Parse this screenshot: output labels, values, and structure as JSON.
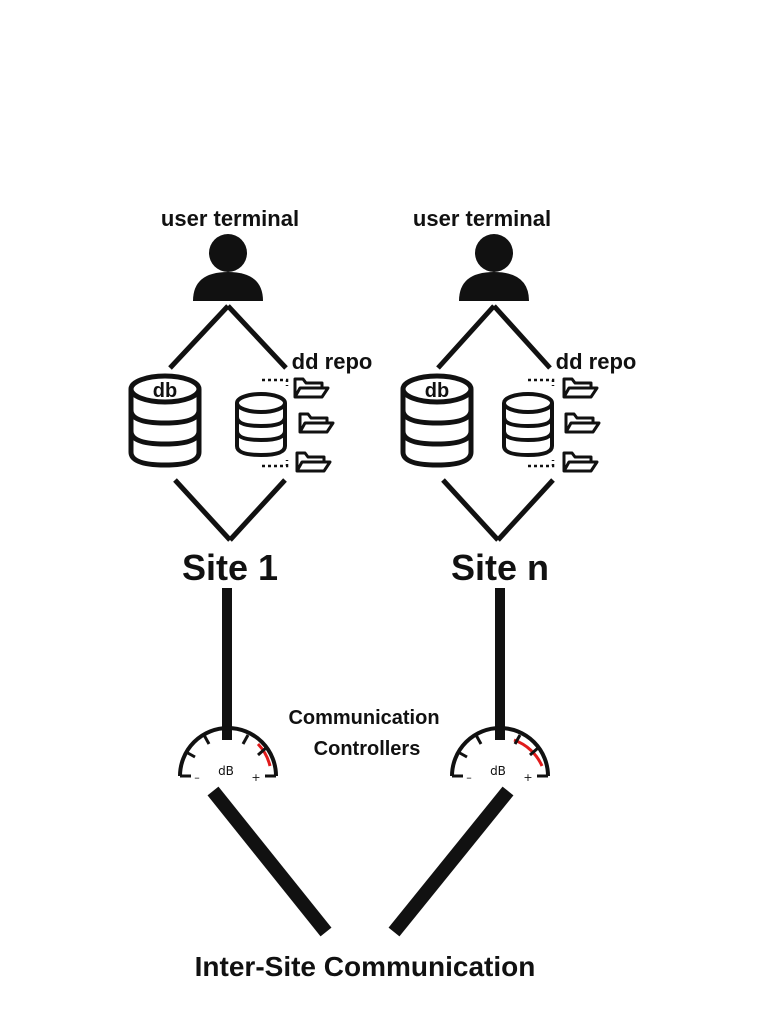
{
  "sites": [
    {
      "user_label": "user terminal",
      "db_label": "db",
      "repo_label": "dd repo",
      "site_label": "Site 1"
    },
    {
      "user_label": "user terminal",
      "db_label": "db",
      "repo_label": "dd repo",
      "site_label": "Site n"
    }
  ],
  "controllers": {
    "label_line1": "Communication",
    "label_line2": "Controllers",
    "gauge_unit": "dB",
    "gauge_minus": "–",
    "gauge_plus": "+"
  },
  "footer": {
    "label": "Inter-Site Communication"
  },
  "colors": {
    "ink": "#111111",
    "gauge_accent": "#e01b1b",
    "background": "#ffffff"
  },
  "icons": {
    "user": "user-icon",
    "database": "database-icon",
    "folder": "folder-icon",
    "gauge": "gauge-icon"
  }
}
